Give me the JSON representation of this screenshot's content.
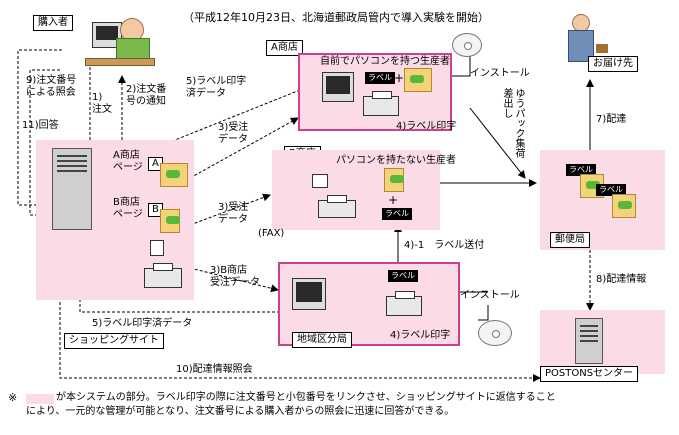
{
  "header": {
    "note": "（平成12年10月23日、北海道郵政局管内で導入実験を開始）"
  },
  "nodes": {
    "buyer": "購入者",
    "deliver_to": "お届け先",
    "shop_a": "A商店",
    "shop_b": "B商店",
    "producer_with_pc": "自前でパソコンを持つ生産者",
    "producer_without_pc": "パソコンを持たない生産者",
    "shopping_site": "ショッピングサイト",
    "regional_office": "地域区分局",
    "post_office": "郵便局",
    "postons_center": "POSTONSセンター",
    "a_page": "A商店\nページ",
    "b_page": "B商店\nページ",
    "a_tag": "A",
    "b_tag": "B"
  },
  "labels": {
    "label_tag": "ラベル",
    "install_a": "インストール",
    "install_region": "インストール",
    "plus": "+",
    "fax": "(FAX)"
  },
  "steps": {
    "s1": "1)\n注文",
    "s2": "2)注文番\n号の通知",
    "s3a": "3)受注\nデータ",
    "s3b": "3)受注\nデータ",
    "s3bb": "3)B商店\n受注データ",
    "s4": "4)ラベル印字",
    "s4r": "4)ラベル印字",
    "s41": "4)-1　ラベル送付",
    "s5a": "5)ラベル印字\n済データ",
    "s5b": "5)ラベル印字済データ",
    "s6": "ゆうパック集荷\n差出し",
    "s7": "7)配達",
    "s8": "8)配達情報",
    "s9": "9)注文番号\nによる照会",
    "s10": "10)配達情報照会",
    "s11": "11)回答"
  },
  "footnote": {
    "mark": "※",
    "line1": "が本システムの部分。ラベル印字の際に注文番号と小包番号をリンクさせ、ショッピングサイトに返信すること",
    "line2": "により、一元的な管理が可能となり、注文番号による購入者からの照会に迅速に回答ができる。"
  },
  "colors": {
    "system_part": "#fbdbe6",
    "frame": "#d0408a"
  }
}
